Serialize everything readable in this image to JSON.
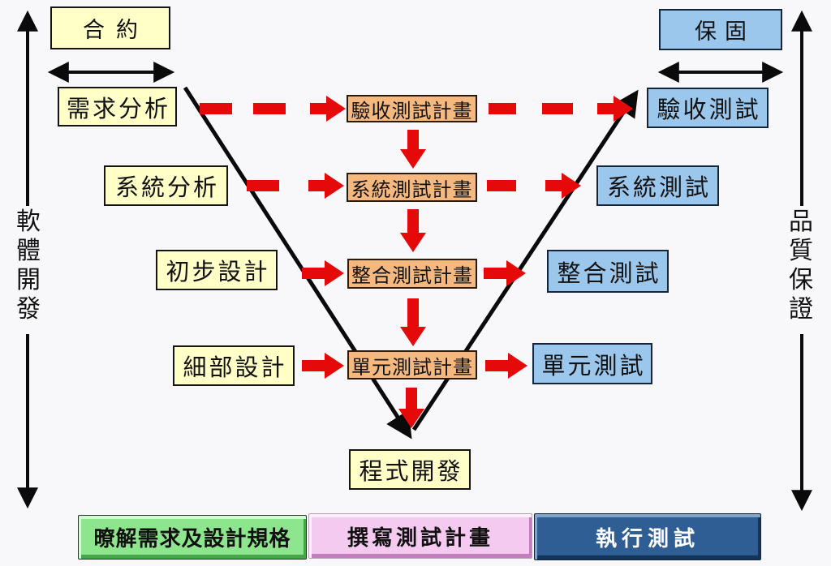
{
  "diagram": {
    "contract_label": "合約",
    "warranty_label": "保固",
    "left_axis_label": "軟體開發",
    "right_axis_label": "品質保證",
    "dev_phases": [
      "需求分析",
      "系統分析",
      "初步設計",
      "細部設計"
    ],
    "test_plans": [
      "驗收測試計畫",
      "系統測試計畫",
      "整合測試計畫",
      "單元測試計畫"
    ],
    "test_stages": [
      "驗收測試",
      "系統測試",
      "整合測試",
      "單元測試"
    ],
    "bottom_phase": "程式開發",
    "legend": {
      "green_label": "暸解需求及設計規格",
      "pink_label": "撰寫測試計畫",
      "blue_label": "執行測試"
    },
    "colors": {
      "background": "#F8F8FA",
      "phase_box_fill": "#FFFFC8",
      "test_plan_box_fill": "#F5B980",
      "test_stage_box_fill": "#9CC7EC",
      "arrow_red": "#E60909",
      "line_black": "#0A0A0A",
      "legend_green": "#8DE68D",
      "legend_pink": "#F4CAF0",
      "legend_blue": "#2E5E93"
    }
  }
}
